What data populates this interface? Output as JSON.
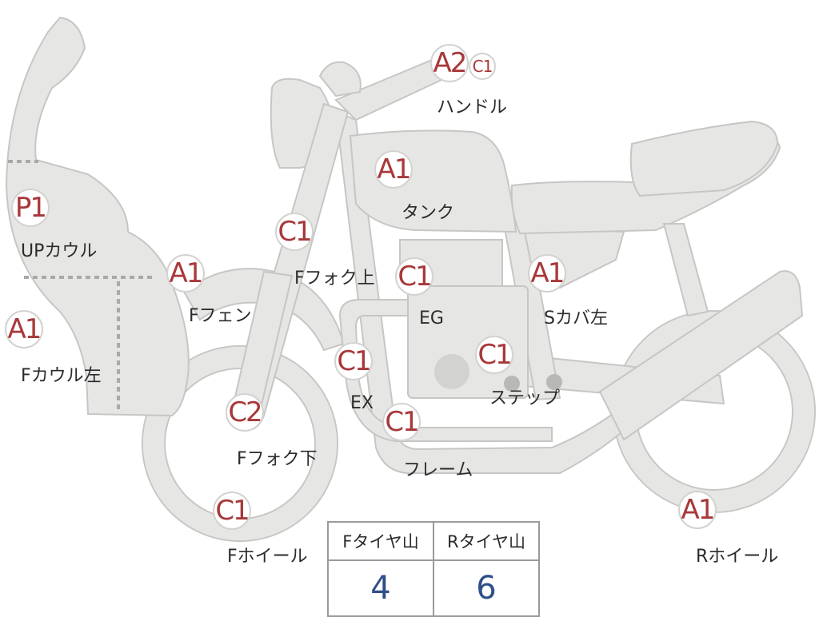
{
  "parts": {
    "up_cowl": {
      "code": "P1",
      "label": "UPカウル"
    },
    "f_cowl_left": {
      "code": "A1",
      "label": "Fカウル左"
    },
    "f_fender": {
      "code": "A1",
      "label": "Fフェン"
    },
    "f_fork_upper": {
      "code": "C1",
      "label": "Fフォク上"
    },
    "f_fork_lower": {
      "code": "C2",
      "label": "Fフォク下"
    },
    "f_wheel": {
      "code": "C1",
      "label": "Fホイール"
    },
    "handle": {
      "code": "A2",
      "code2": "C1",
      "label": "ハンドル"
    },
    "tank": {
      "code": "A1",
      "label": "タンク"
    },
    "engine": {
      "code": "C1",
      "label": "EG"
    },
    "exhaust": {
      "code": "C1",
      "label": "EX"
    },
    "frame": {
      "code": "C1",
      "label": "フレーム"
    },
    "step": {
      "code": "C1",
      "label": "ステップ"
    },
    "side_cover_left": {
      "code": "A1",
      "label": "Sカバ左"
    },
    "r_wheel": {
      "code": "A1",
      "label": "Rホイール"
    }
  },
  "tire_table": {
    "headers": [
      "Fタイヤ山",
      "Rタイヤ山"
    ],
    "values": [
      "4",
      "6"
    ]
  },
  "colors": {
    "badge_text": "#a8383a",
    "part_fill": "#e6e6e4",
    "table_value": "#2f4f8a"
  }
}
